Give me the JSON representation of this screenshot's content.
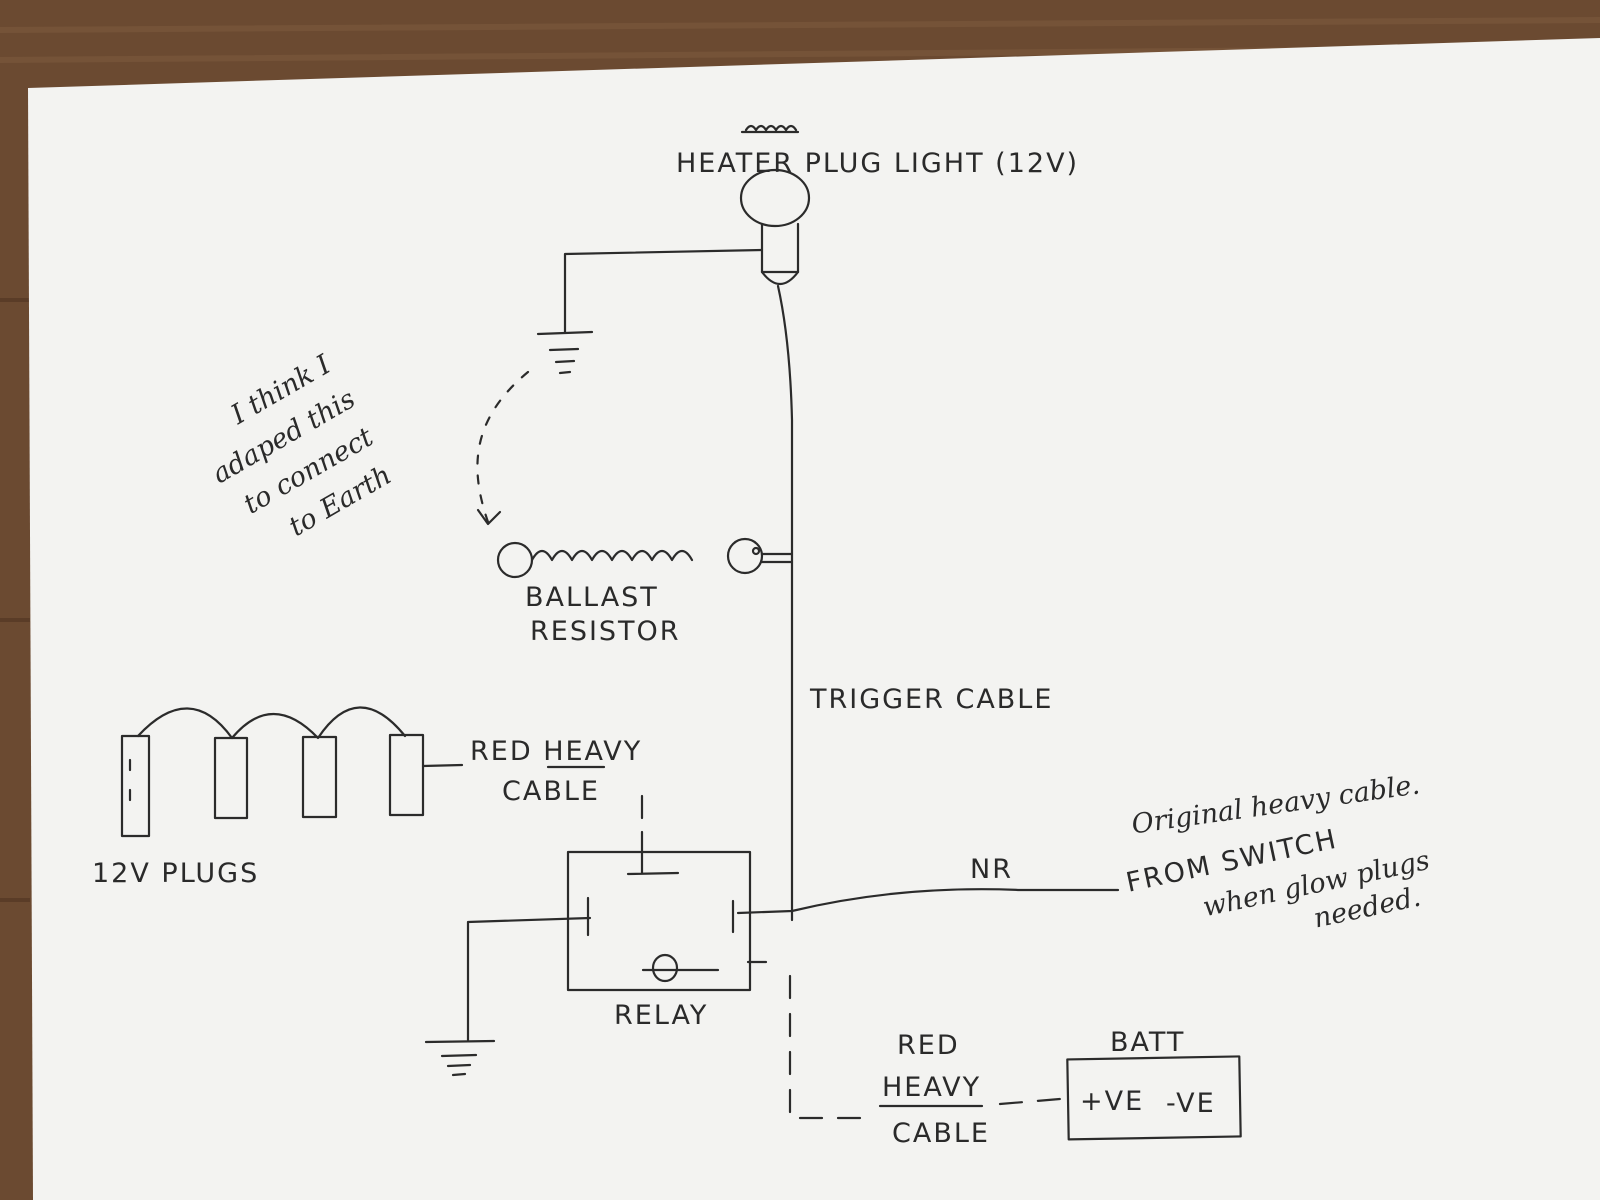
{
  "labels": {
    "heater_plug_light": "HEATER PLUG LIGHT (12V)",
    "ballast_line1": "BALLAST",
    "ballast_line2": "RESISTOR",
    "trigger_cable": "TRIGGER CABLE",
    "red_heavy_cable_top_1": "RED HEAVY",
    "red_heavy_cable_top_2": "CABLE",
    "plugs": "12V PLUGS",
    "relay": "RELAY",
    "nr": "NR",
    "original_note_1": "Original heavy cable.",
    "original_note_2": "FROM SWITCH",
    "original_note_3": "when glow plugs",
    "original_note_4": "needed.",
    "batt": "BATT",
    "batt_pos": "+VE",
    "batt_neg": "-VE",
    "red_heavy_cable_bottom_1": "RED",
    "red_heavy_cable_bottom_2": "HEAVY",
    "red_heavy_cable_bottom_3": "CABLE",
    "earth_note_1": "I think I",
    "earth_note_2": "adaped this",
    "earth_note_3": "to connect",
    "earth_note_4": "to Earth"
  }
}
